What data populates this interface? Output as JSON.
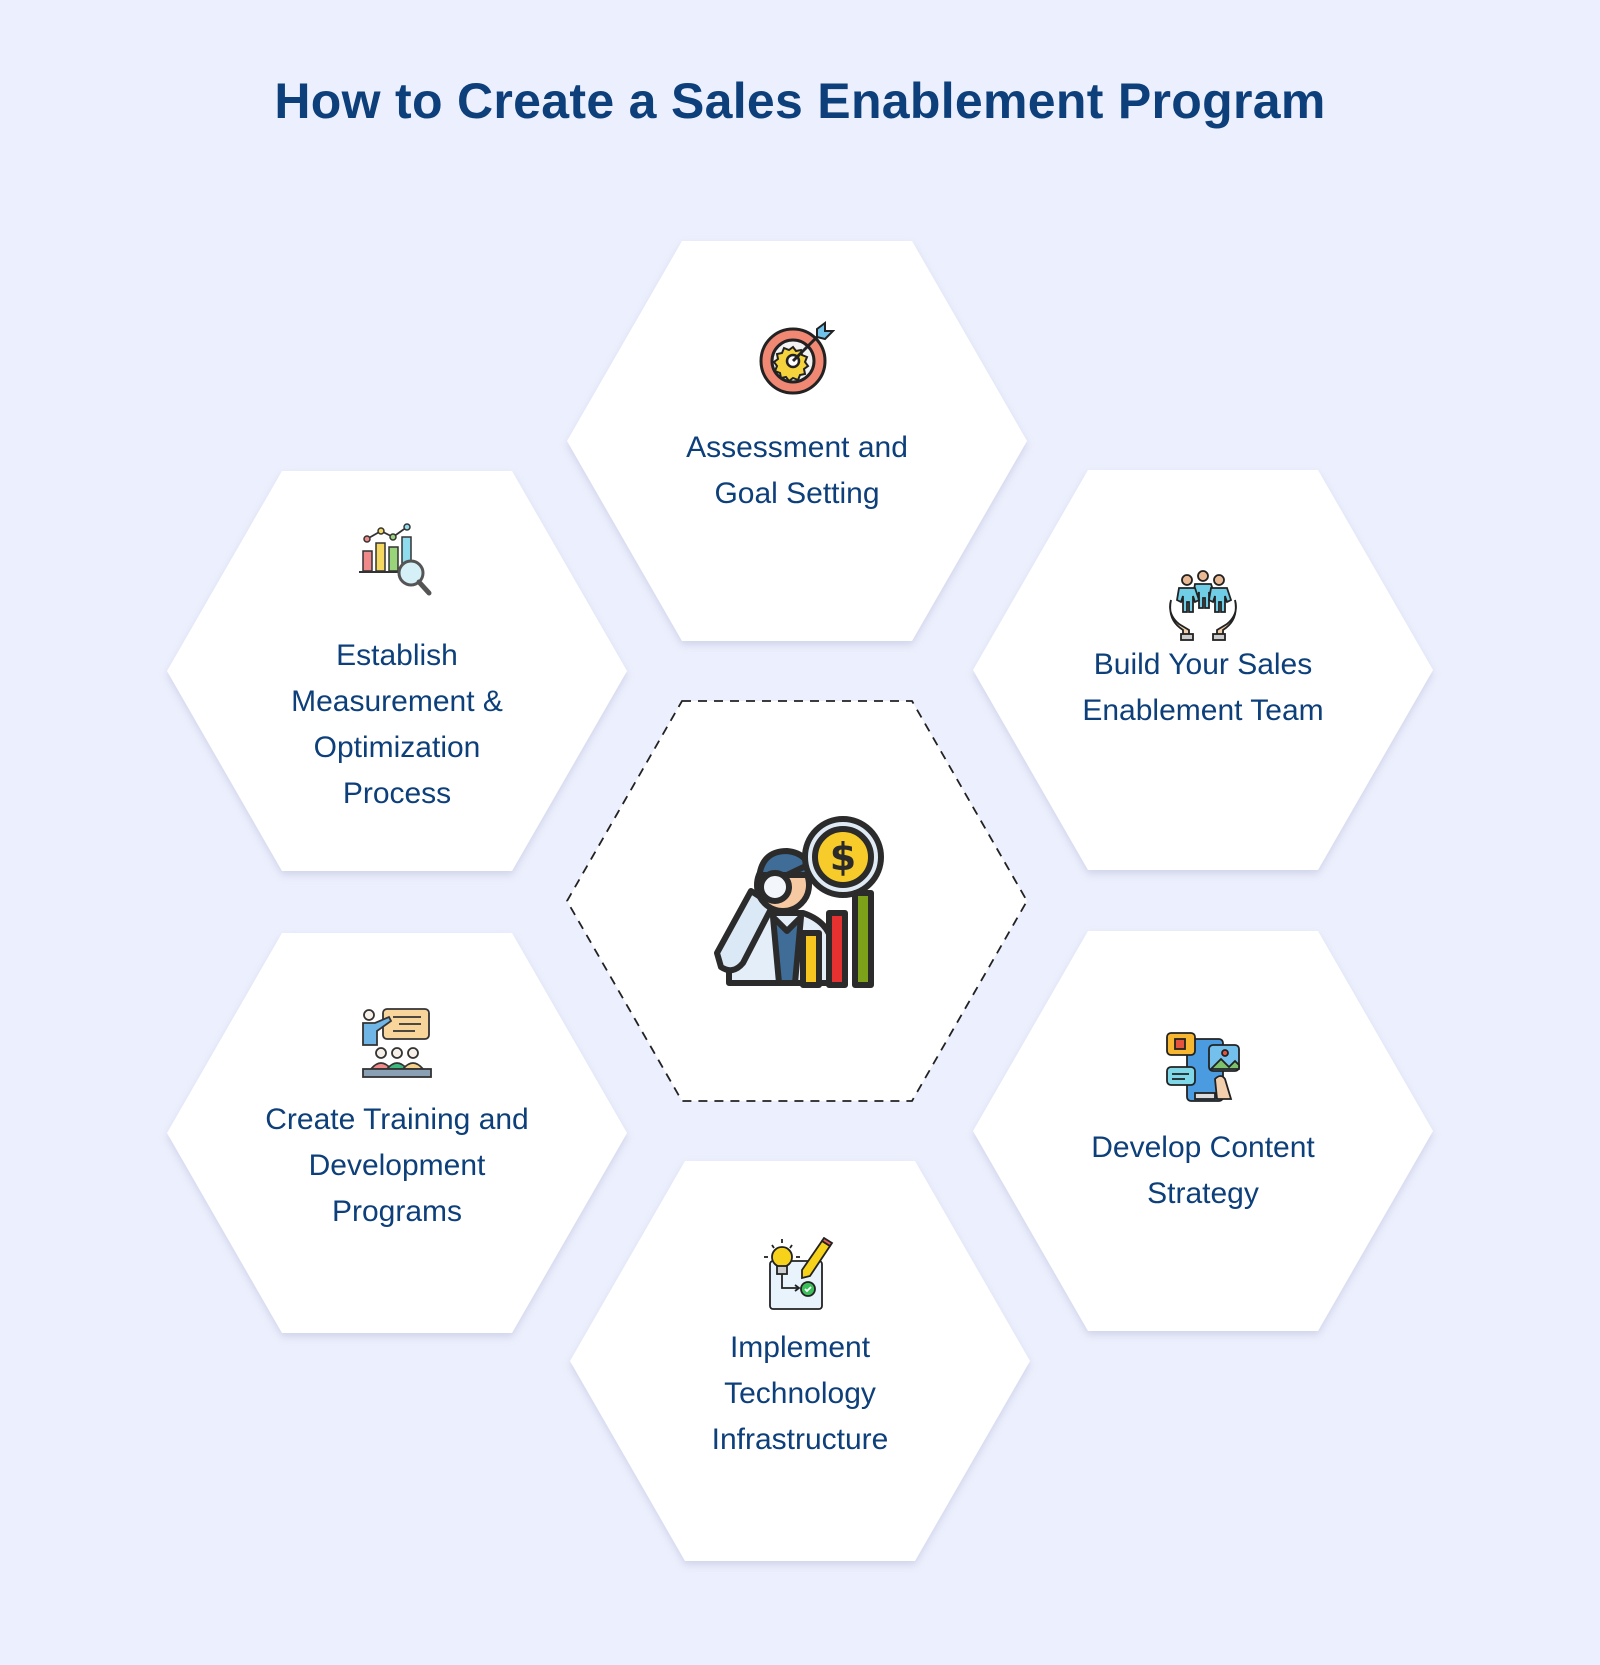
{
  "title": "How to Create a Sales Enablement Program",
  "colors": {
    "background": "#eceffd",
    "hexagon_fill": "#ffffff",
    "text": "#0d3f7a",
    "dashed_border": "#222222"
  },
  "center": {
    "icon": "analyst-magnifier-dollar-chart-icon"
  },
  "steps": [
    {
      "position": "top",
      "icon": "target-gear-icon",
      "lines": [
        "Assessment and",
        "Goal Setting"
      ]
    },
    {
      "position": "upper-right",
      "icon": "team-hands-icon",
      "lines": [
        "Build Your Sales",
        "Enablement Team"
      ]
    },
    {
      "position": "lower-right",
      "icon": "content-media-phone-icon",
      "lines": [
        "Develop Content",
        "Strategy"
      ]
    },
    {
      "position": "bottom",
      "icon": "lightbulb-pencil-board-icon",
      "lines": [
        "Implement",
        "Technology",
        "Infrastructure"
      ]
    },
    {
      "position": "lower-left",
      "icon": "presentation-training-icon",
      "lines": [
        "Create Training and",
        "Development",
        "Programs"
      ]
    },
    {
      "position": "upper-left",
      "icon": "chart-magnifier-icon",
      "lines": [
        "Establish",
        "Measurement &",
        "Optimization",
        "Process"
      ]
    }
  ]
}
